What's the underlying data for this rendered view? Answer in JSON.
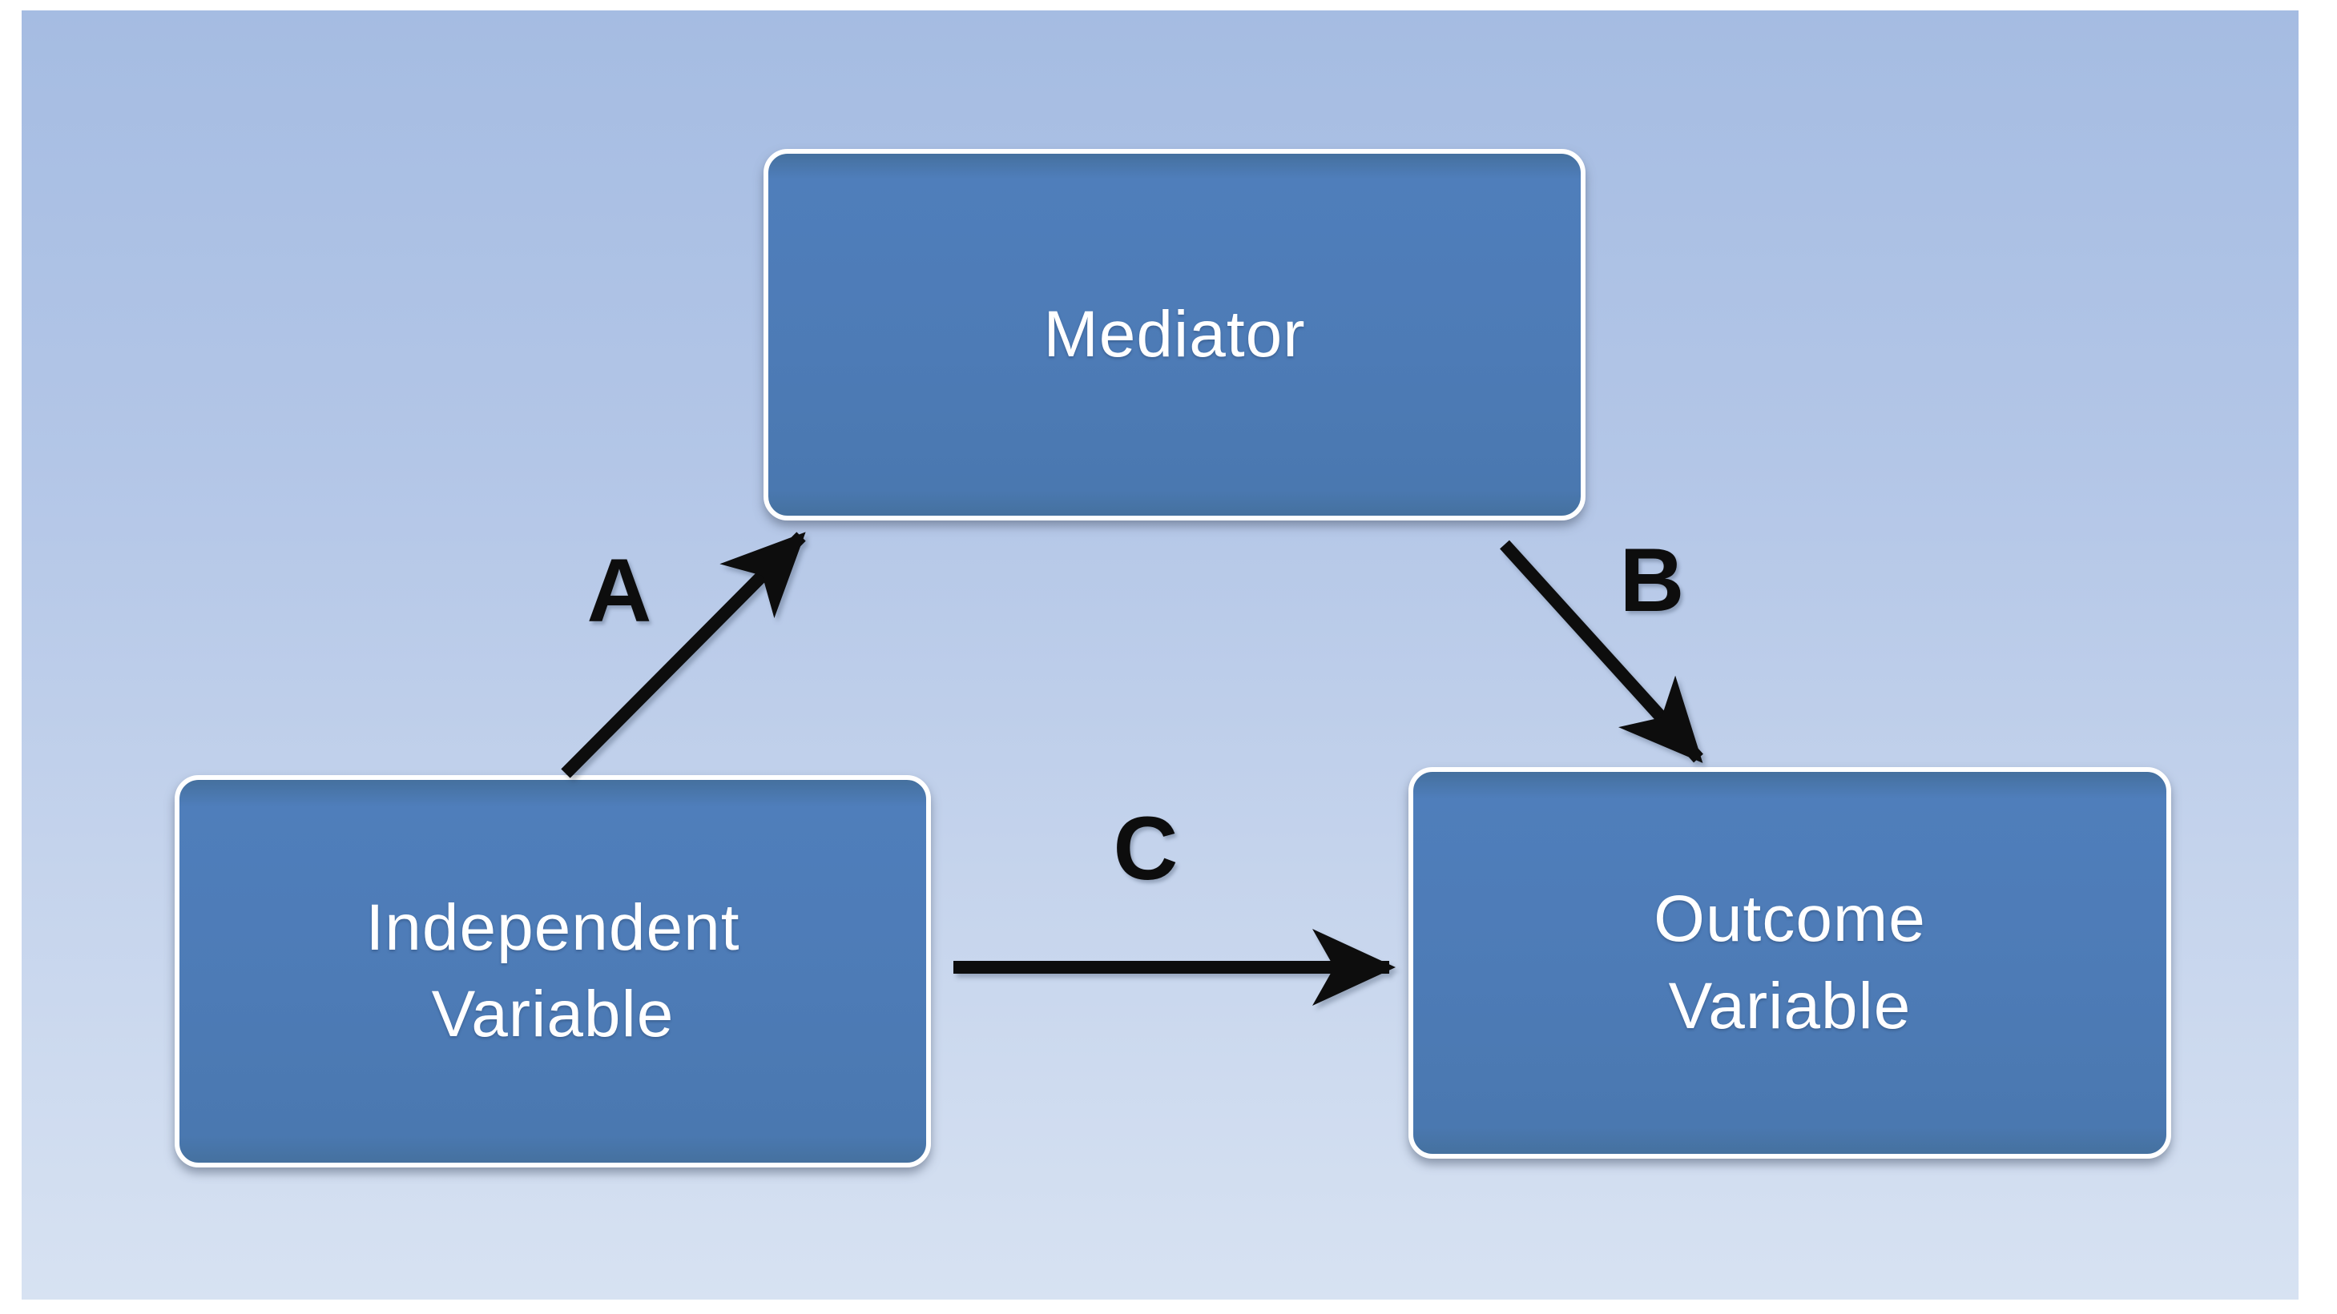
{
  "diagram": {
    "title": "mediation-model",
    "nodes": {
      "mediator": {
        "label": "Mediator"
      },
      "independent": {
        "label": "Independent\nVariable"
      },
      "outcome": {
        "label": "Outcome\nVariable"
      }
    },
    "arrows": {
      "a": {
        "label": "A",
        "from": "independent",
        "to": "mediator"
      },
      "b": {
        "label": "B",
        "from": "mediator",
        "to": "outcome"
      },
      "c": {
        "label": "C",
        "from": "independent",
        "to": "outcome"
      }
    }
  },
  "colors": {
    "background_top": "#a5bce2",
    "background_bottom": "#d7e2f2",
    "node_fill": "#4d7bb6",
    "node_border": "#ffffff",
    "node_text": "#ffffff",
    "arrow": "#0d0d0d",
    "arrow_label_text": "#0d0d0d",
    "page_margin": "#ffffff"
  }
}
